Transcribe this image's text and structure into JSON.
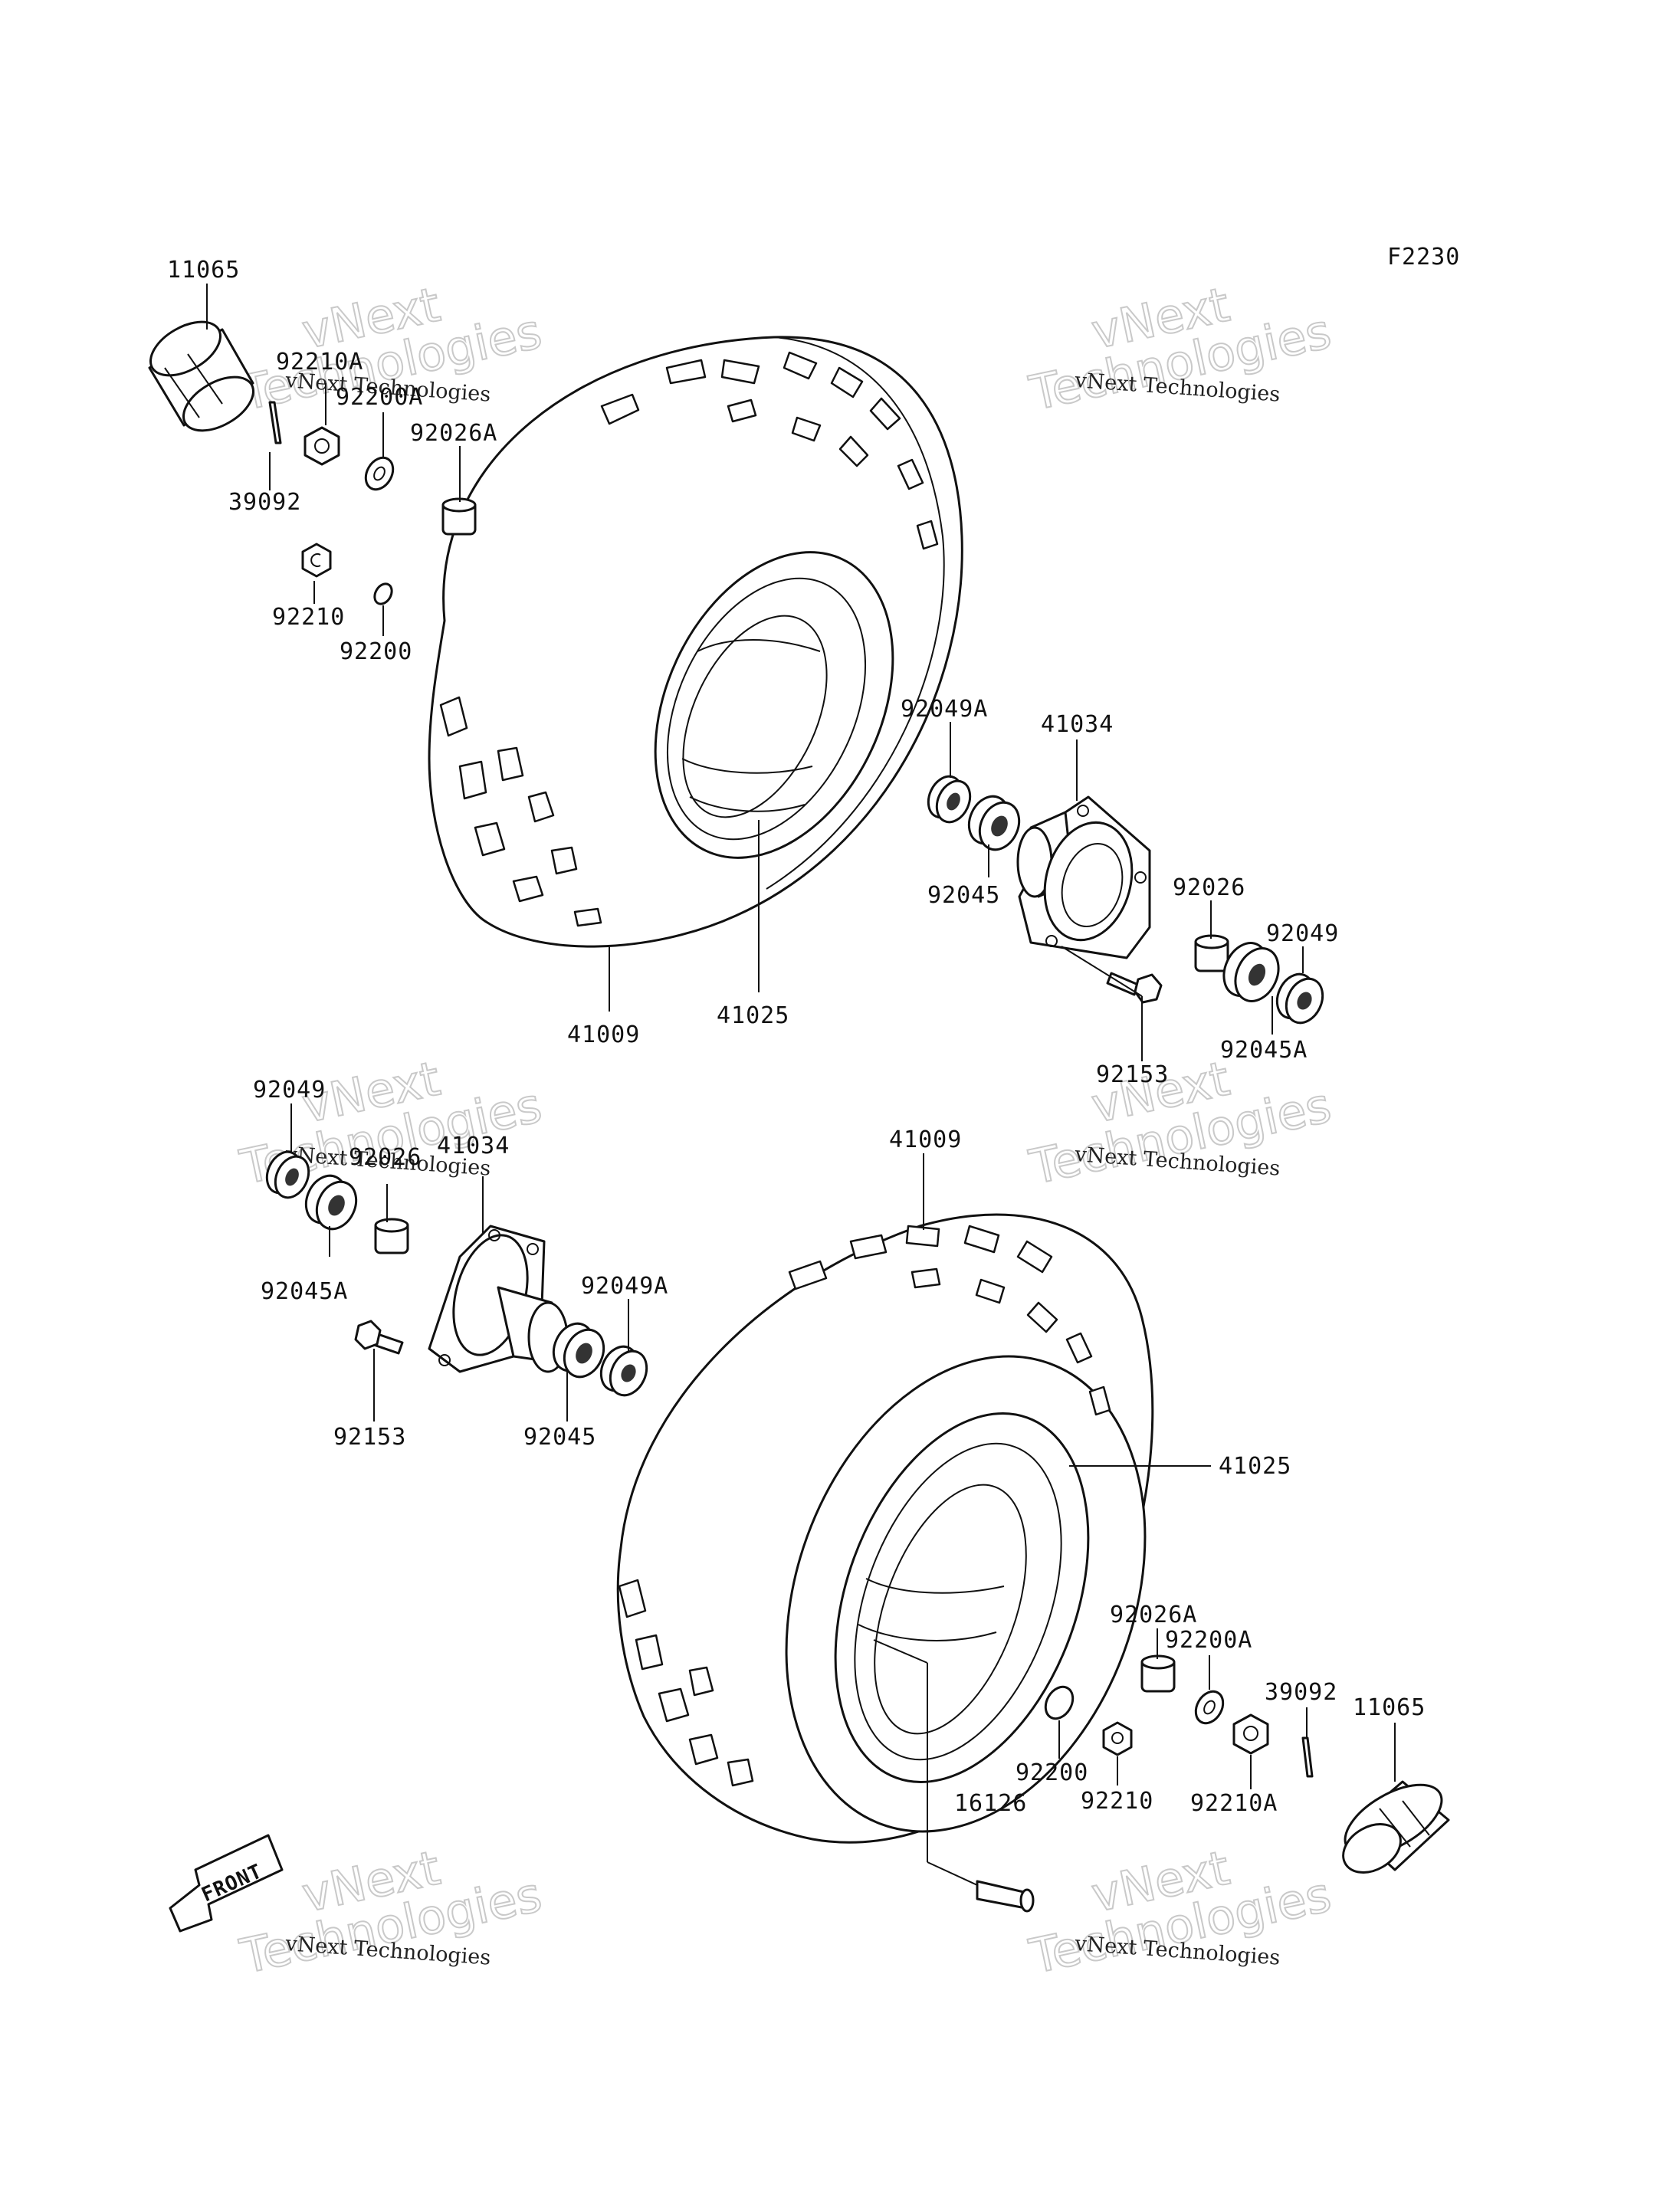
{
  "diagram_code": "F2230",
  "watermark": {
    "line1": "vNext",
    "line2": "Technologies",
    "caption": "vNext Technologies"
  },
  "front_arrow": {
    "label": "FRONT"
  },
  "callouts": {
    "top": {
      "p11065": "11065",
      "p92210A": "92210A",
      "p92200A": "92200A",
      "p92026A": "92026A",
      "p39092": "39092",
      "p92210": "92210",
      "p92200": "92200",
      "p92049A": "92049A",
      "p41034": "41034",
      "p92045": "92045",
      "p92026": "92026",
      "p92049": "92049",
      "p92045A": "92045A",
      "p92153": "92153",
      "p41009": "41009",
      "p41025": "41025"
    },
    "bottom": {
      "p92049": "92049",
      "p92026": "92026",
      "p41034": "41034",
      "p92045A": "92045A",
      "p92049A": "92049A",
      "p92153": "92153",
      "p92045": "92045",
      "p41009": "41009",
      "p41025": "41025",
      "p92026A": "92026A",
      "p92200A": "92200A",
      "p39092": "39092",
      "p11065": "11065",
      "p92200": "92200",
      "p92210": "92210",
      "p92210A": "92210A",
      "p16126": "16126"
    }
  }
}
